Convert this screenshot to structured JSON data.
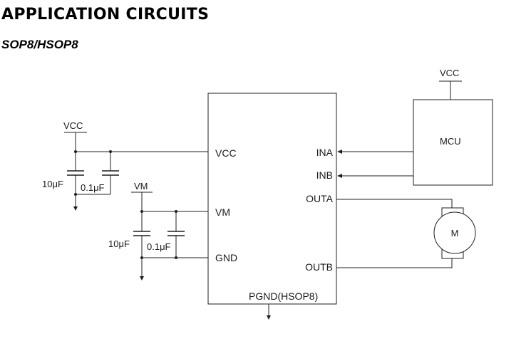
{
  "header": {
    "title": "APPLICATION CIRCUITS",
    "subtitle": "SOP8/HSOP8"
  },
  "ic": {
    "pins_left": [
      "VCC",
      "VM",
      "GND"
    ],
    "pins_right": [
      "INA",
      "INB",
      "OUTA",
      "OUTB"
    ],
    "pin_bottom": "PGND(HSOP8)"
  },
  "supply": {
    "vcc_left": "VCC",
    "vm": "VM",
    "vcc_mcu": "VCC"
  },
  "capacitors": {
    "vcc_bulk": "10μF",
    "vcc_bypass": "0.1μF",
    "vm_bulk": "10μF",
    "vm_bypass": "0.1μF"
  },
  "mcu": {
    "label": "MCU"
  },
  "motor": {
    "label": "M"
  }
}
